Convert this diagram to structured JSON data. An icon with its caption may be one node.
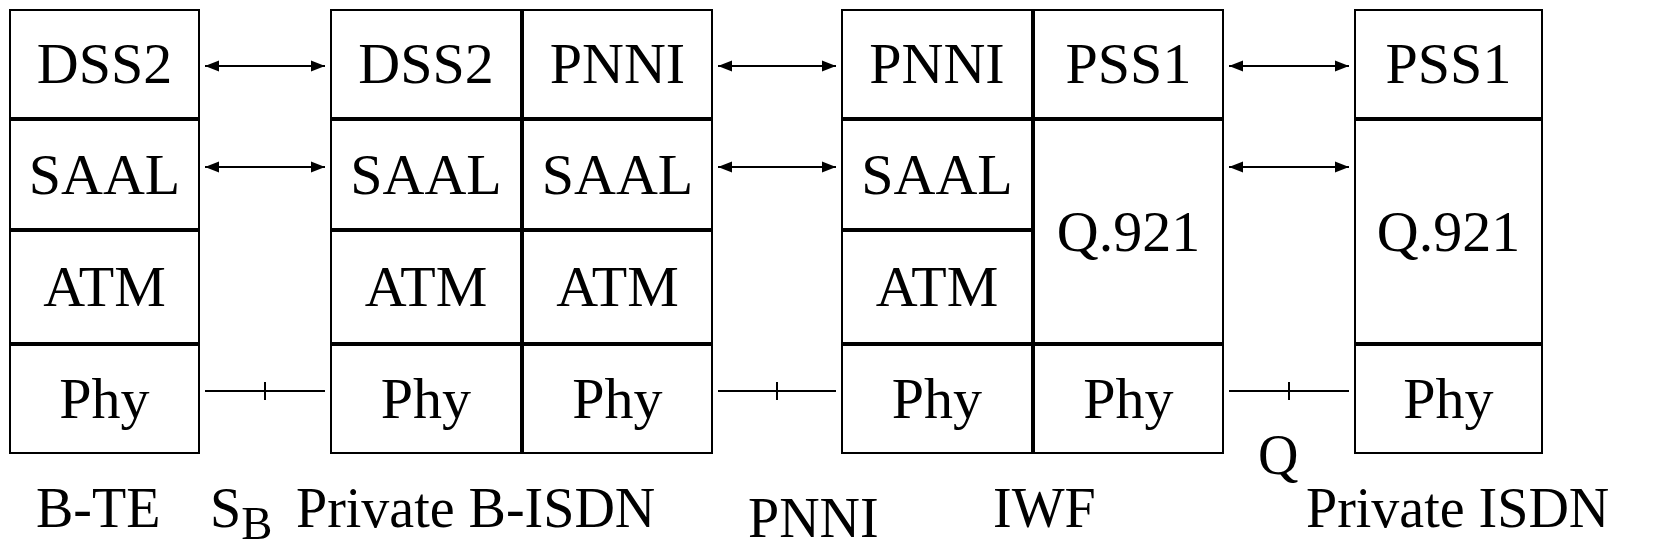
{
  "diagram": {
    "nodes": [
      {
        "text": [
          "DSS2"
        ]
      },
      {
        "text": [
          "SAAL"
        ]
      },
      {
        "text": [
          "ATM"
        ]
      },
      {
        "text": [
          "Phy"
        ]
      },
      {
        "text": [
          "DSS2"
        ]
      },
      {
        "text": [
          "SAAL"
        ]
      },
      {
        "text": [
          "ATM"
        ]
      },
      {
        "text": [
          "Phy"
        ]
      },
      {
        "text": [
          "PNNI"
        ]
      },
      {
        "text": [
          "SAAL"
        ]
      },
      {
        "text": [
          "ATM"
        ]
      },
      {
        "text": [
          "Phy"
        ]
      },
      {
        "text": [
          "PNNI"
        ]
      },
      {
        "text": [
          "SAAL"
        ]
      },
      {
        "text": [
          "ATM"
        ]
      },
      {
        "text": [
          "Phy"
        ]
      },
      {
        "text": [
          "PSS1"
        ]
      },
      {
        "text": [
          "Q.921"
        ]
      },
      {
        "text": [
          "Phy"
        ]
      },
      {
        "text": [
          "PSS1"
        ]
      },
      {
        "text": [
          "Q.921"
        ]
      },
      {
        "text": [
          "Phy"
        ]
      }
    ],
    "edges": [
      {
        "from": 0,
        "to": 4,
        "arrow": "both"
      },
      {
        "from": 1,
        "to": 5,
        "arrow": "both"
      },
      {
        "from": 3,
        "to": 7,
        "arrow": "none"
      },
      {
        "from": 8,
        "to": 12,
        "arrow": "both"
      },
      {
        "from": 9,
        "to": 13,
        "arrow": "both"
      },
      {
        "from": 11,
        "to": 15,
        "arrow": "none"
      },
      {
        "from": 16,
        "to": 19,
        "arrow": "both"
      },
      {
        "from": 17,
        "to": 20,
        "arrow": "both"
      },
      {
        "from": 18,
        "to": 21,
        "arrow": "none"
      }
    ],
    "labels": [
      "B-TE",
      "S$_{B}$",
      "Private B-ISDN",
      "PNNI",
      "IWF",
      "Q",
      "Private ISDN"
    ]
  }
}
